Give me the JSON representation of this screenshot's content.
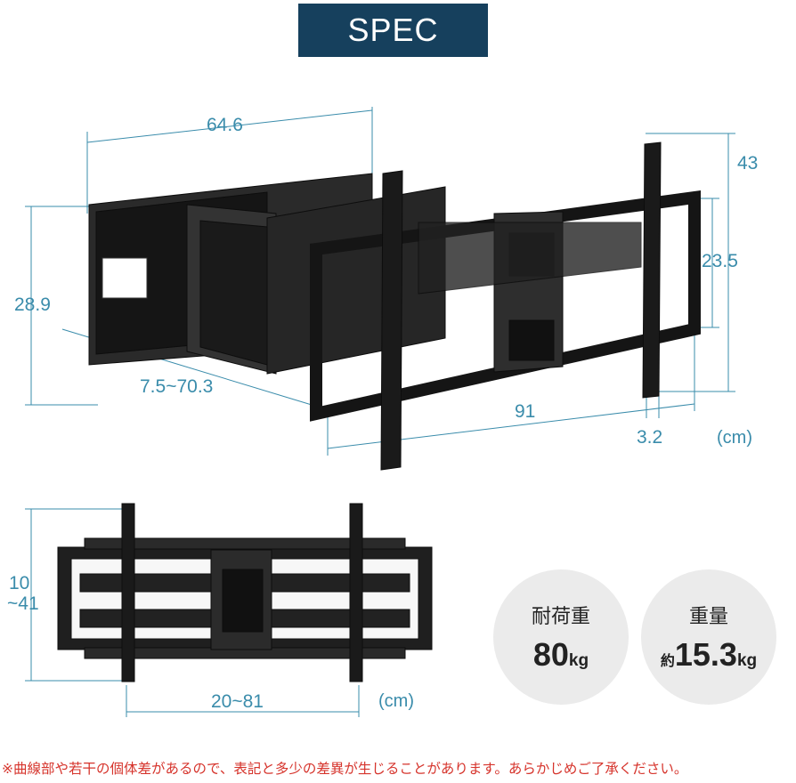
{
  "header": {
    "title": "SPEC"
  },
  "top_diagram": {
    "width_label": "64.6",
    "height_label": "28.9",
    "depth_label": "7.5~70.3",
    "plate_width_label": "91",
    "plate_height_label": "43",
    "inner_height_label": "23.5",
    "thickness_label": "3.2",
    "unit_label": "(cm)"
  },
  "bottom_diagram": {
    "height_range_line1": "10",
    "height_range_line2": "~41",
    "width_range_label": "20~81",
    "unit_label": "(cm)"
  },
  "specs": {
    "load": {
      "label": "耐荷重",
      "value": "80",
      "unit": "kg"
    },
    "weight": {
      "label": "重量",
      "prefix": "約",
      "value": "15.3",
      "unit": "kg"
    }
  },
  "note": "※曲線部や若干の個体差があるので、表記と多少の差異が生じることがあります。あらかじめご了承ください。",
  "colors": {
    "banner": "#16405d",
    "dimension": "#3a8cab",
    "note": "#d6342c",
    "circle": "#ebebeb"
  }
}
